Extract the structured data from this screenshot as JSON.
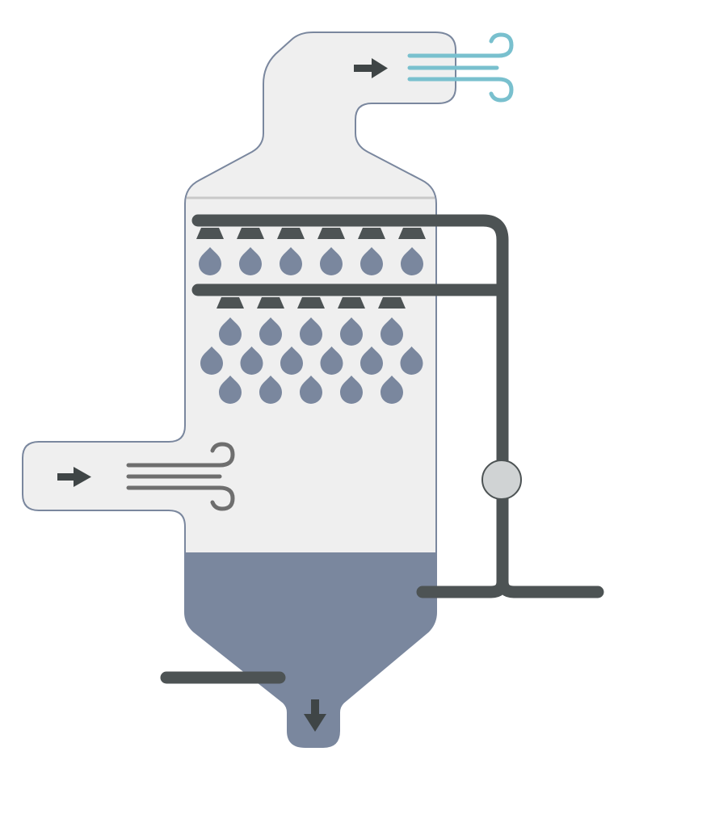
{
  "diagram": {
    "type": "wet-scrubber-schematic",
    "colors": {
      "background": "#ffffff",
      "vessel_fill": "#efefef",
      "vessel_outline": "#7a879e",
      "liquid": "#7a879e",
      "droplet": "#7a879e",
      "pipe": "#4d5354",
      "nozzle": "#4d5354",
      "arrow": "#3f4546",
      "clean_air": "#79c0ce",
      "dirty_air": "#6e6e6e",
      "pump_fill": "#d0d3d4",
      "level_line": "#c8c8c8"
    },
    "icons": {
      "inlet_arrow": "right-arrow-icon",
      "outlet_arrow": "right-arrow-icon",
      "drain_arrow": "down-arrow-icon",
      "inlet_air": "wind-icon",
      "outlet_air": "wind-icon",
      "nozzle": "spray-nozzle-icon",
      "droplet": "water-drop-icon",
      "pump": "pump-icon"
    },
    "upper_spray_level": {
      "nozzle_count": 6,
      "droplet_rows": 1
    },
    "lower_spray_level": {
      "nozzle_count": 5,
      "droplet_rows": 3
    }
  }
}
